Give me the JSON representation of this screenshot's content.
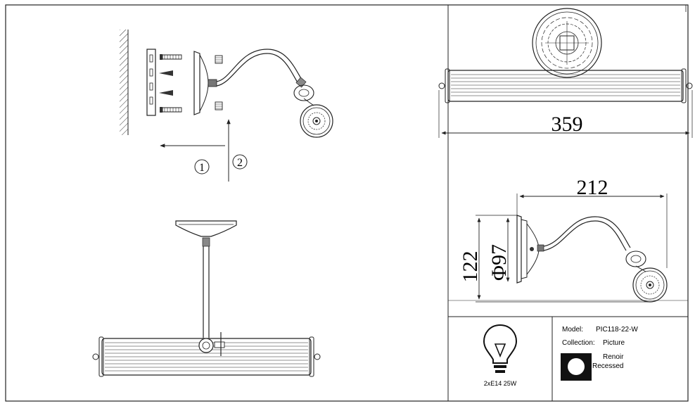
{
  "steps": {
    "step1": "1",
    "step2": "2"
  },
  "dimensions": {
    "width": "359",
    "depth": "212",
    "height": "122",
    "diameter": "Φ97"
  },
  "bulb": {
    "spec": "2xE14 25W"
  },
  "info": {
    "model_label": "Model:",
    "model_value": "PIC118-22-W",
    "collection_label": "Collection:",
    "collection_value": "Picture",
    "finish_1": "Renoir",
    "finish_2": "Recessed"
  }
}
